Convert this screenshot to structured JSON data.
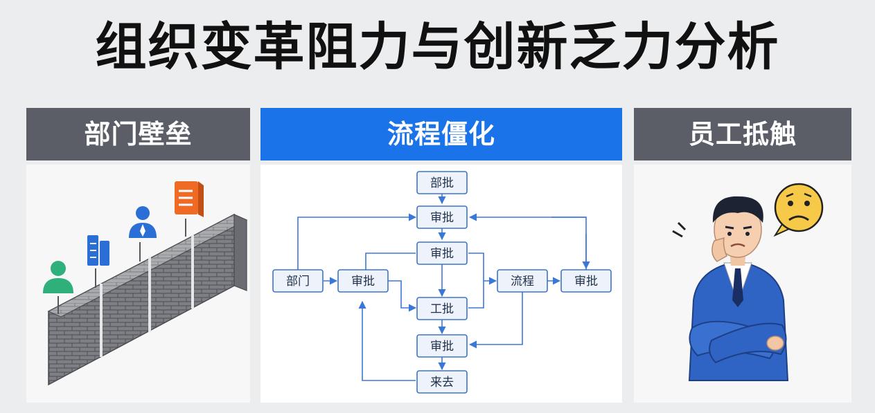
{
  "title": "组织变革阻力与创新乏力分析",
  "panels": [
    {
      "heading": "部门壁垒",
      "icon": "brick-wall-with-people-icon"
    },
    {
      "heading": "流程僵化",
      "icon": "approval-flowchart"
    },
    {
      "heading": "员工抵触",
      "icon": "frustrated-employee-crossed-arms-icon"
    }
  ],
  "flow": {
    "nodes": {
      "n1": "部批",
      "n2": "审批",
      "n3": "审批",
      "n4": "部门",
      "n5": "审批",
      "n6": "工批",
      "n7": "流程",
      "n8": "审批",
      "n9": "审批",
      "n10": "来去"
    }
  },
  "colors": {
    "title": "#111111",
    "gray_header": "#5b5e66",
    "blue_header": "#1a73e8",
    "flow_stroke": "#3a78d8",
    "suit_blue": "#2f63c4",
    "emoji_yellow": "#f7c948"
  }
}
